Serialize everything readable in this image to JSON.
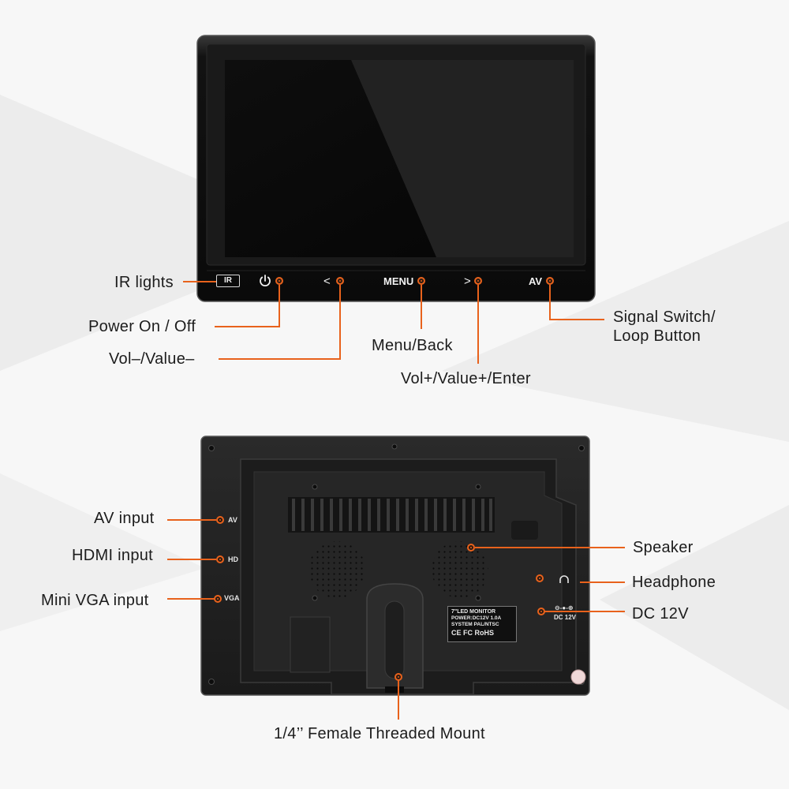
{
  "front": {
    "buttons": {
      "ir": "IR",
      "prev": "<",
      "menu": "MENU",
      "next": ">",
      "av": "AV"
    },
    "labels": {
      "ir_lights": "IR lights",
      "power": "Power On / Off",
      "vol_minus": "Vol–/Value–",
      "menu_back": "Menu/Back",
      "vol_plus": "Vol+/Value+/Enter",
      "signal_line1": "Signal Switch/",
      "signal_line2": "Loop Button"
    }
  },
  "back": {
    "ports": {
      "av": "AV",
      "hd": "HD",
      "vga": "VGA",
      "dc": "DC 12V"
    },
    "sticker": {
      "line1": "7\"LED MONITOR",
      "line2": "POWER:DC12V 1.0A",
      "line3": "SYSTEM PAL/NTSC",
      "line4": "CE  FC  RoHS"
    },
    "labels": {
      "av_input": "AV input",
      "hdmi_input": "HDMI input",
      "vga_input": "Mini VGA input",
      "speaker": "Speaker",
      "headphone": "Headphone",
      "dc": "DC 12V",
      "mount": "1/4’’ Female Threaded Mount"
    }
  },
  "colors": {
    "accent": "#e8621c",
    "background": "#f7f7f7",
    "monitor_body": "#111111"
  },
  "icons": [
    "power-icon",
    "headphone-icon"
  ]
}
